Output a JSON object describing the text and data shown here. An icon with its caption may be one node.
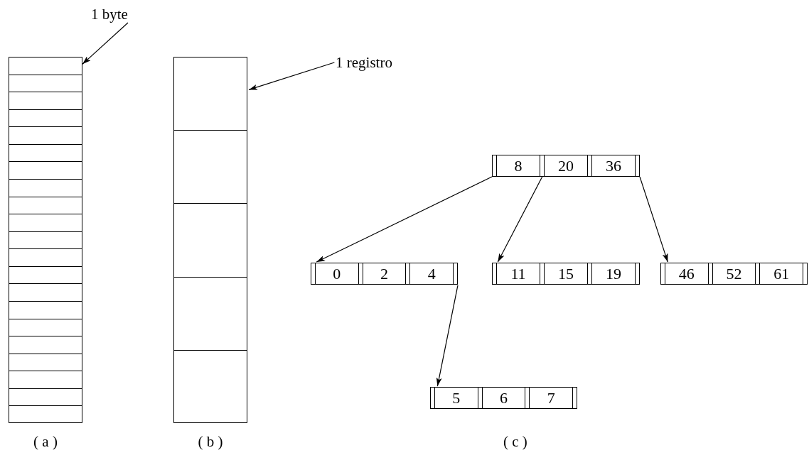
{
  "diagram": {
    "nodes": [
      {
        "text": [
          "1 byte"
        ]
      },
      {
        "text": [],
        "shape": "box",
        "beside": [
          "( a )"
        ]
      },
      {
        "text": [
          "1 registro"
        ]
      },
      {
        "text": [],
        "shape": "box",
        "beside": [
          "( b )"
        ]
      },
      {
        "text": [
          "8",
          "20",
          "36"
        ]
      },
      {
        "text": [
          "0",
          "2",
          "4"
        ]
      },
      {
        "text": [
          "11",
          "15",
          "19"
        ]
      },
      {
        "text": [
          "46",
          "52",
          "61"
        ]
      },
      {
        "text": [
          "5",
          "6",
          "7"
        ]
      }
    ],
    "edges": [
      {
        "from": 0,
        "to": 1,
        "arrow": "to"
      },
      {
        "from": 2,
        "to": 3,
        "arrow": "to"
      },
      {
        "from": 4,
        "to": 5,
        "arrow": "to"
      },
      {
        "from": 4,
        "to": 6,
        "arrow": "to"
      },
      {
        "from": 4,
        "to": 7,
        "arrow": "to"
      },
      {
        "from": 5,
        "to": 8,
        "arrow": "to"
      }
    ],
    "labels": [
      "( c )"
    ]
  }
}
